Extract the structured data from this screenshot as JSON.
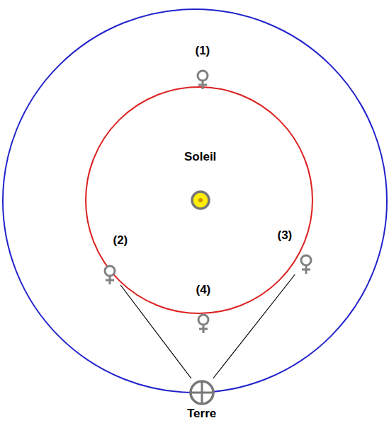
{
  "diagram": {
    "nodes": [
      {
        "text": [
          "(1)"
        ]
      },
      {
        "text": [
          "Soleil"
        ]
      },
      {
        "text": [
          "(2)"
        ]
      },
      {
        "text": [
          "(3)"
        ]
      },
      {
        "text": [
          "(4)"
        ]
      },
      {
        "text": [
          "Terre"
        ]
      }
    ],
    "edges": [
      {
        "from": 5,
        "to": 2,
        "arrow": "none"
      },
      {
        "from": 5,
        "to": 3,
        "arrow": "none"
      }
    ]
  }
}
